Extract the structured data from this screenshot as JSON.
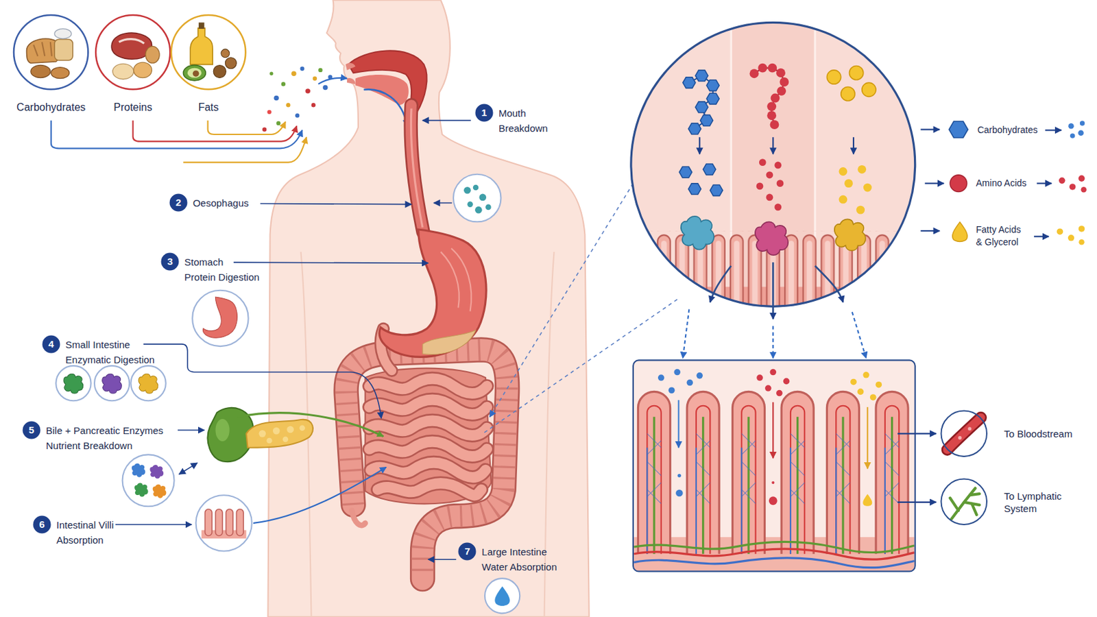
{
  "diagram": {
    "nodes": [
      {
        "text": [
          "Carbohydrates"
        ]
      },
      {
        "text": [
          "Proteins"
        ]
      },
      {
        "text": [
          "Fats"
        ]
      },
      {
        "text": [
          "1",
          "Mouth",
          "Breakdown"
        ]
      },
      {
        "text": [
          "2",
          "Oesophagus"
        ]
      },
      {
        "text": [
          "3",
          "Stomach",
          "Protein Digestion"
        ]
      },
      {
        "text": [
          "4",
          "Small Intestine",
          "Enzymatic Digestion"
        ]
      },
      {
        "text": [
          "5",
          "Bile + Pancreatic Enzymes",
          "Nutrient Breakdown"
        ]
      },
      {
        "text": [
          "6",
          "Intestinal Villi",
          "Absorption"
        ]
      },
      {
        "text": [
          "7",
          "Large Intestine",
          "Water Absorption"
        ]
      },
      {
        "text": [
          "To Bloodstream"
        ]
      },
      {
        "text": [
          "To Lymphatic System"
        ]
      }
    ],
    "labels": [
      "Carbohydrates",
      "Amino Acids",
      "Fatty Acids & Glycerol"
    ]
  }
}
